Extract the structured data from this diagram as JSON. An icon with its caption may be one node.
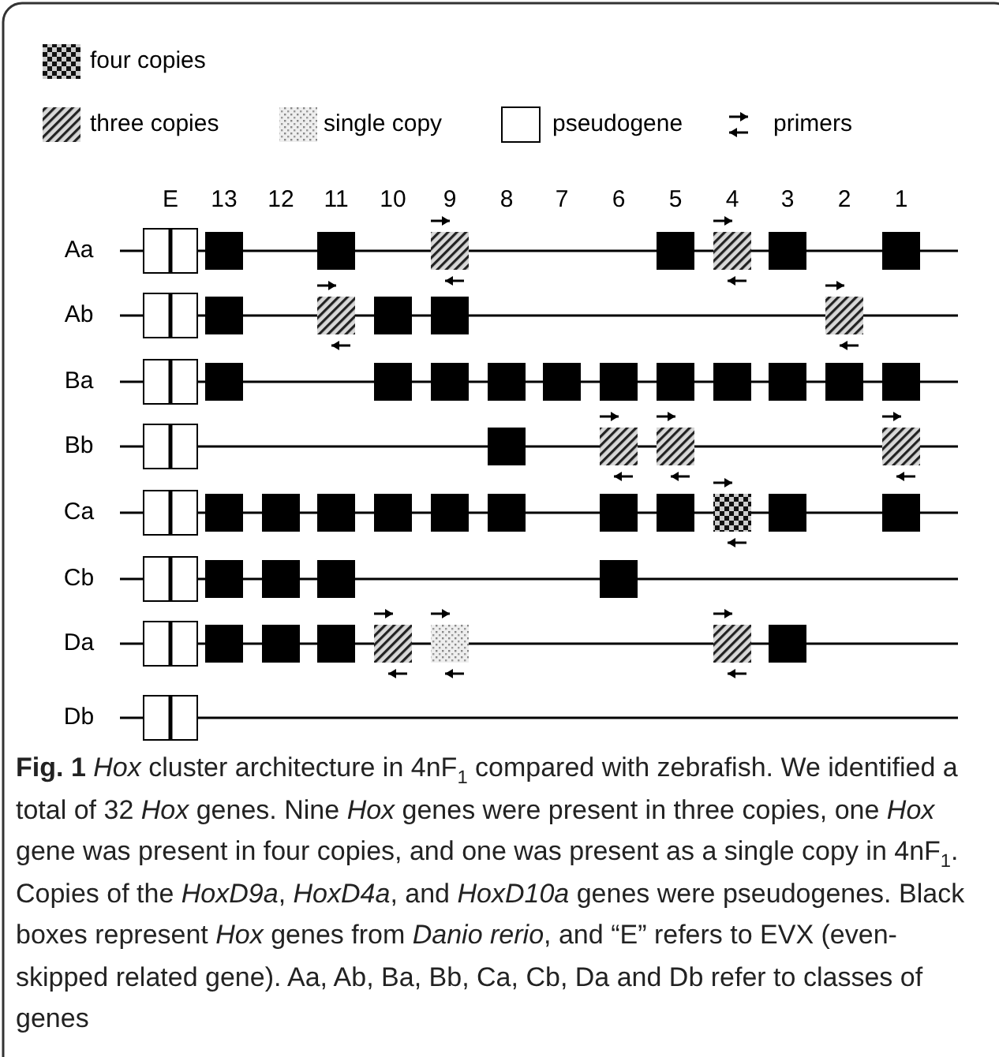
{
  "diagram": {
    "caption": "**Fig. 1** *Hox* cluster architecture in 4nF$_{1}$ compared with zebrafish. We identified a total of 32 *Hox* genes. Nine *Hox* genes were present in three copies, one *Hox* gene was present in four copies, and one was present as a single copy in 4nF$_{1}$. Copies of the *HoxD9a*, *HoxD4a*, and *HoxD10a* genes were pseudogenes. Black boxes represent *Hox* genes from *Danio rerio*, and “E” refers to EVX (even-skipped related gene). Aa, Ab, Ba, Bb, Ca, Cb, Da and Db refer to classes of genes",
    "labels": [
      "E",
      "13",
      "12",
      "11",
      "10",
      "9",
      "8",
      "7",
      "6",
      "5",
      "4",
      "3",
      "2",
      "1",
      "Aa",
      "Ab",
      "Ba",
      "Bb",
      "Ca",
      "Cb",
      "Da",
      "Db"
    ],
    "legend": [
      {
        "text": "four copies"
      },
      {
        "text": "three copies"
      },
      {
        "text": "single copy"
      },
      {
        "text": "pseudogene"
      },
      {
        "text": "primers"
      }
    ]
  }
}
